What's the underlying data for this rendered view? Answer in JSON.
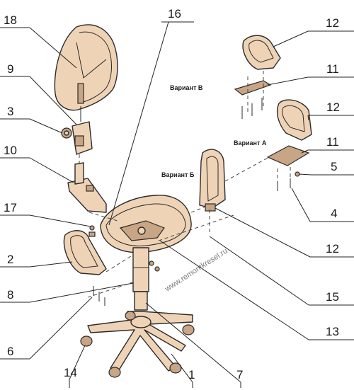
{
  "part_numbers": [
    "18",
    "16",
    "12",
    "9",
    "11",
    "3",
    "12",
    "11",
    "10",
    "5",
    "17",
    "4",
    "2",
    "12",
    "8",
    "15",
    "13",
    "6",
    "14",
    "1",
    "7"
  ],
  "variant_labels": {
    "v": "Вариант В",
    "a": "Вариант А",
    "b": "Вариант Б"
  },
  "watermark": "www.remontkresel.ru",
  "colors": {
    "part_fill": "#efd3b6",
    "outline": "#2b2b2b"
  }
}
